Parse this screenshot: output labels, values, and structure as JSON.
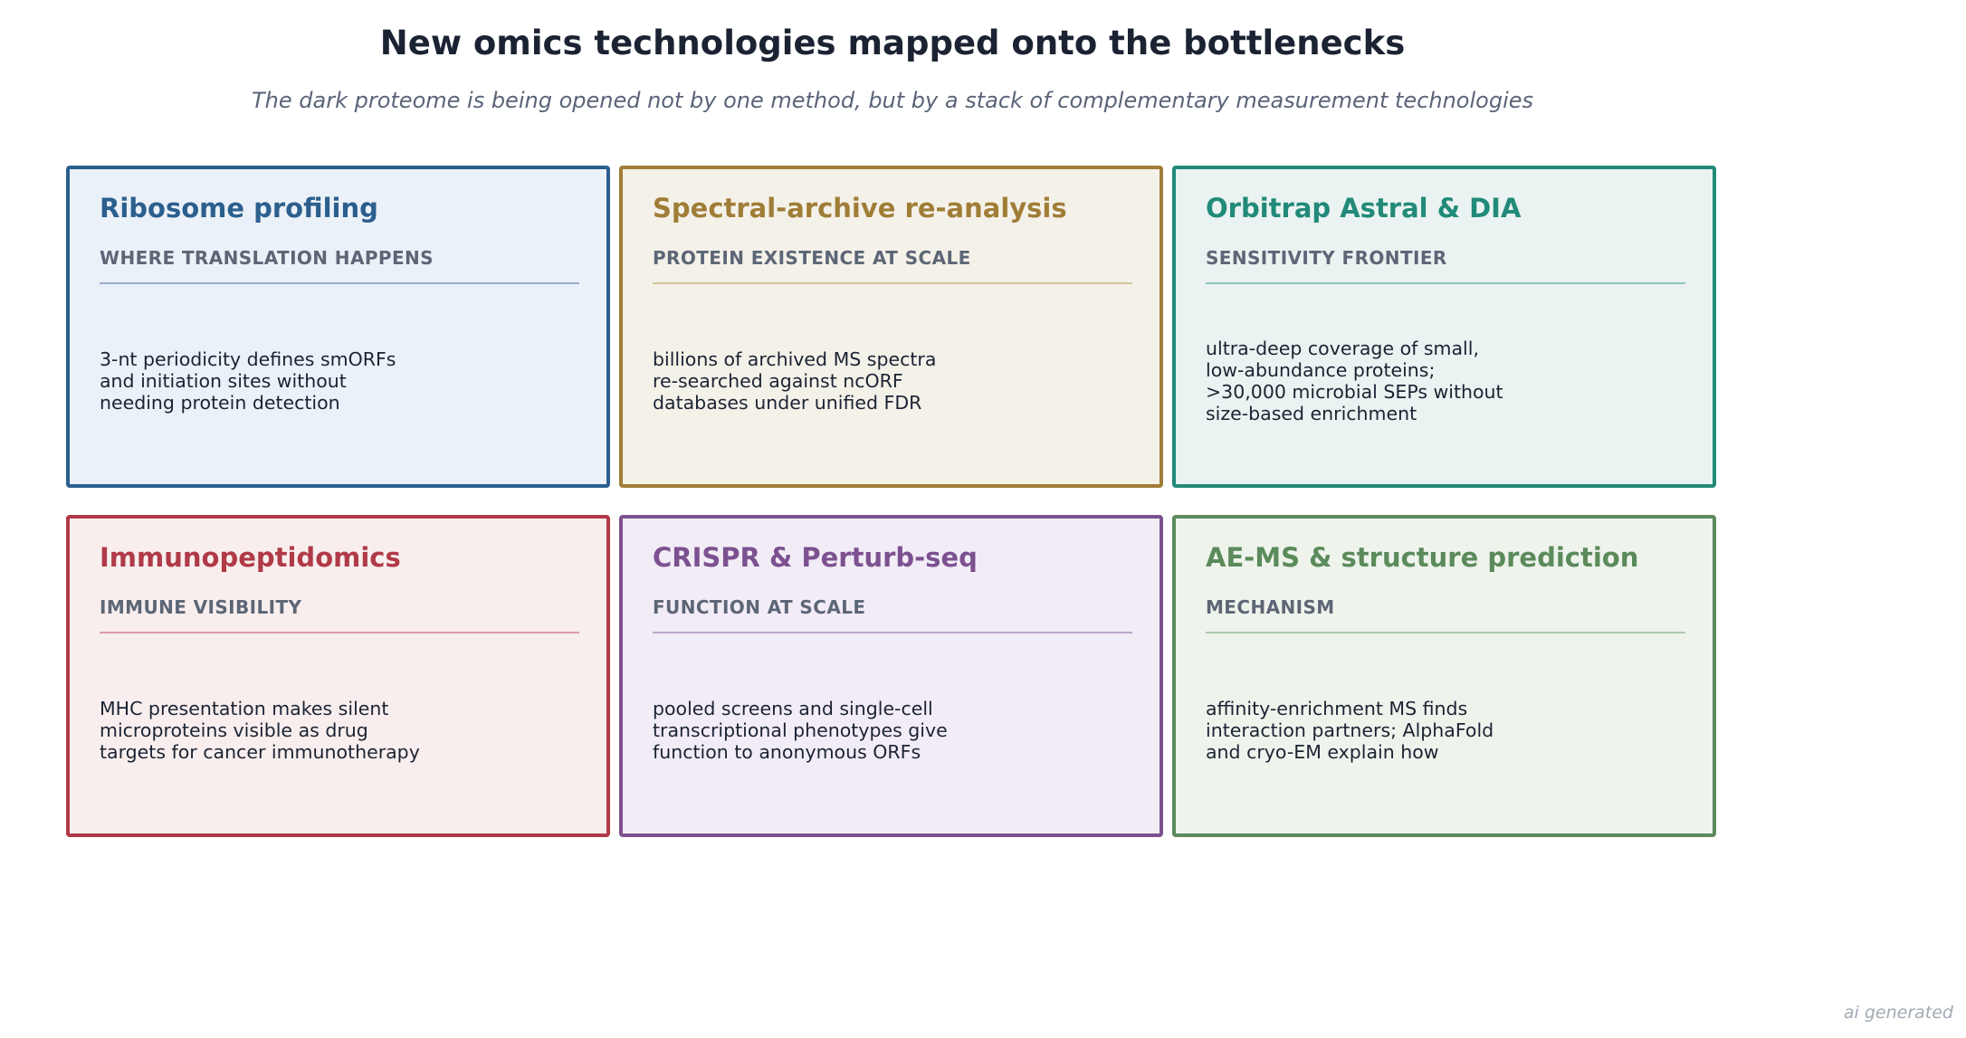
{
  "title": "New omics technologies mapped onto the bottlenecks",
  "subtitle": "The dark proteome is being opened not by one method, but by a stack of complementary measurement technologies",
  "cards": [
    {
      "title": "Ribosome profiling",
      "kicker": "WHERE TRANSLATION HAPPENS",
      "body": "3-nt periodicity defines smORFs\nand initiation sites without\nneeding protein detection",
      "accent": "#2b5f8e",
      "fill": "#ebf1f8",
      "rule": "#93aec8"
    },
    {
      "title": "Spectral-archive re-analysis",
      "kicker": "PROTEIN EXISTENCE AT SCALE",
      "body": "billions of archived MS spectra\nre-searched against ncORF\ndatabases under unified FDR",
      "accent": "#a07d37",
      "fill": "#f4f1e9",
      "rule": "#d5c49e"
    },
    {
      "title": "Orbitrap Astral & DIA",
      "kicker": "SENSITIVITY FRONTIER",
      "body": "ultra-deep coverage of small,\nlow-abundance proteins;\n>30,000 microbial SEPs without\nsize-based enrichment",
      "accent": "#218a79",
      "fill": "#eaf3f1",
      "rule": "#8fc4bb"
    },
    {
      "title": "Immunopeptidomics",
      "kicker": "IMMUNE VISIBILITY",
      "body": "MHC presentation makes silent\nmicroproteins visible as drug\ntargets for cancer immunotherapy",
      "accent": "#b03a48",
      "fill": "#f8eeee",
      "rule": "#dc9ea6"
    },
    {
      "title": "CRISPR & Perturb-seq",
      "kicker": "FUNCTION AT SCALE",
      "body": "pooled screens and single-cell\ntranscriptional phenotypes give\nfunction to anonymous ORFs",
      "accent": "#7c5190",
      "fill": "#f2ecf7",
      "rule": "#bca8c8"
    },
    {
      "title": "AE-MS & structure prediction",
      "kicker": "MECHANISM",
      "body": "affinity-enrichment MS finds\ninteraction partners; AlphaFold\nand cryo-EM explain how",
      "accent": "#5b8a5b",
      "fill": "#eef3ec",
      "rule": "#aec8ac"
    }
  ],
  "watermark": "ai generated"
}
